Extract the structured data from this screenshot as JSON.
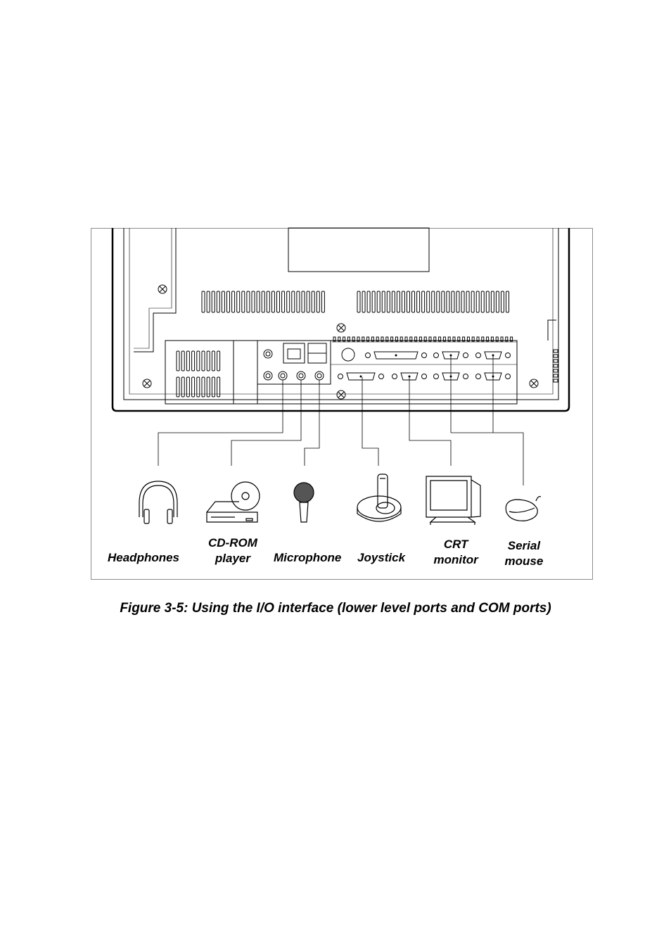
{
  "figure": {
    "devices": [
      {
        "id": "headphones",
        "lines": [
          "Headphones"
        ]
      },
      {
        "id": "cdrom",
        "lines": [
          "CD-ROM",
          "player"
        ]
      },
      {
        "id": "microphone",
        "lines": [
          "Microphone"
        ]
      },
      {
        "id": "joystick",
        "lines": [
          "Joystick"
        ]
      },
      {
        "id": "crt",
        "lines": [
          "CRT",
          "monitor"
        ]
      },
      {
        "id": "mouse",
        "lines": [
          "Serial",
          "mouse"
        ]
      }
    ],
    "caption": "Figure 3-5: Using the I/O interface (lower level ports and COM ports)"
  }
}
